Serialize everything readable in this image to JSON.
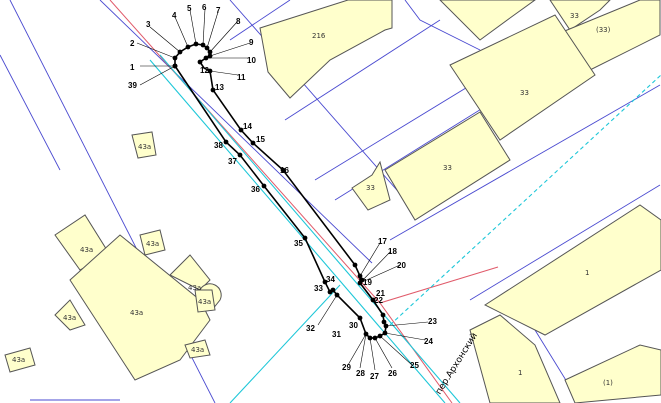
{
  "map": {
    "street_label": "пер.Архонский",
    "colors": {
      "building_fill": "#ffffcc",
      "parcel_line": "#4a4ad0",
      "red_line": "#e05a6a",
      "cyan_line": "#1ec7d8",
      "boundary": "#000000"
    },
    "buildings": [
      {
        "id": "b-216",
        "label": "216"
      },
      {
        "id": "b-top",
        "label": ""
      },
      {
        "id": "b-33a",
        "label": "33"
      },
      {
        "id": "b-33b",
        "label": "(33)"
      },
      {
        "id": "b-33c",
        "label": "33"
      },
      {
        "id": "b-33d",
        "label": "33"
      },
      {
        "id": "b-33e",
        "label": "33"
      },
      {
        "id": "b-43a-small",
        "label": "43a"
      },
      {
        "id": "b-43a-left",
        "label": "43a"
      },
      {
        "id": "b-43a-center",
        "label": "43a"
      },
      {
        "id": "b-43a-tl",
        "label": "43a"
      },
      {
        "id": "b-43a-ra",
        "label": "43a"
      },
      {
        "id": "b-43a-rb",
        "label": "43a"
      },
      {
        "id": "b-43a-bl",
        "label": "43a"
      },
      {
        "id": "b-43a-br",
        "label": "43a"
      },
      {
        "id": "b-43a-far",
        "label": "43a"
      },
      {
        "id": "b-1-right",
        "label": "1"
      },
      {
        "id": "b-1-bottom",
        "label": "1"
      },
      {
        "id": "b-1-paren",
        "label": "(1)"
      }
    ],
    "boundary_points": [
      "1",
      "2",
      "3",
      "4",
      "5",
      "6",
      "7",
      "8",
      "9",
      "10",
      "11",
      "12",
      "13",
      "14",
      "15",
      "16",
      "17",
      "18",
      "19",
      "20",
      "21",
      "22",
      "23",
      "24",
      "25",
      "26",
      "27",
      "28",
      "29",
      "30",
      "31",
      "32",
      "33",
      "34",
      "35",
      "36",
      "37",
      "38",
      "39"
    ]
  }
}
